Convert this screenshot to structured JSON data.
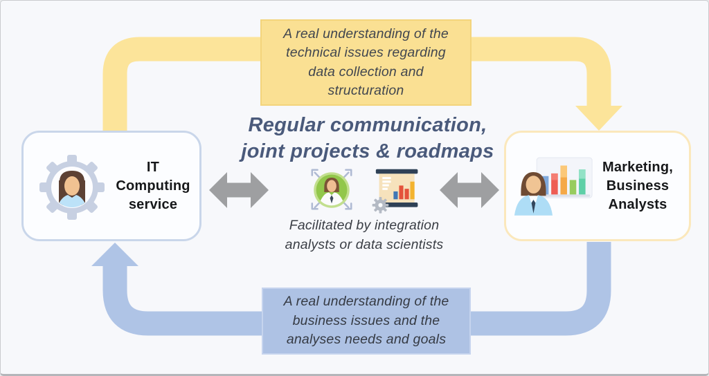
{
  "page": {
    "background": "#f7f8fb",
    "border_color": "#c9cbce"
  },
  "top_banner": {
    "bg": "#fae093",
    "border": "#f3d47c",
    "lines": [
      "A real understanding of the",
      "technical issues regarding",
      "data collection and",
      "structuration"
    ]
  },
  "bottom_banner": {
    "bg": "#aec2e4",
    "border": "#c6d4ee",
    "lines": [
      "A real understanding of the",
      "business issues and the",
      "analyses needs and goals"
    ]
  },
  "center": {
    "heading_line1": "Regular communication,",
    "heading_line2": "joint projects & roadmaps",
    "heading_color": "#4a5a7b",
    "caption_line1": "Facilitated by integration",
    "caption_line2": "analysts or data scientists",
    "caption_color": "#3a3e45"
  },
  "left_node": {
    "lines": [
      "IT",
      "Computing",
      "service"
    ],
    "border_color": "#c9d6ea"
  },
  "right_node": {
    "lines": [
      "Marketing,",
      "Business",
      "Analysts"
    ],
    "border_color": "#fbe8bc"
  },
  "arrows": {
    "yellow_color": "#fce49a",
    "blue_color": "#afc4e6",
    "gray_color": "#9e9fa1"
  },
  "icons": {
    "left_node_icon": "it-woman-gear-icon",
    "right_node_icon": "analyst-man-chart-icon",
    "center_icon_1": "integration-person-network-icon",
    "center_icon_2": "presentation-board-gear-icon"
  }
}
